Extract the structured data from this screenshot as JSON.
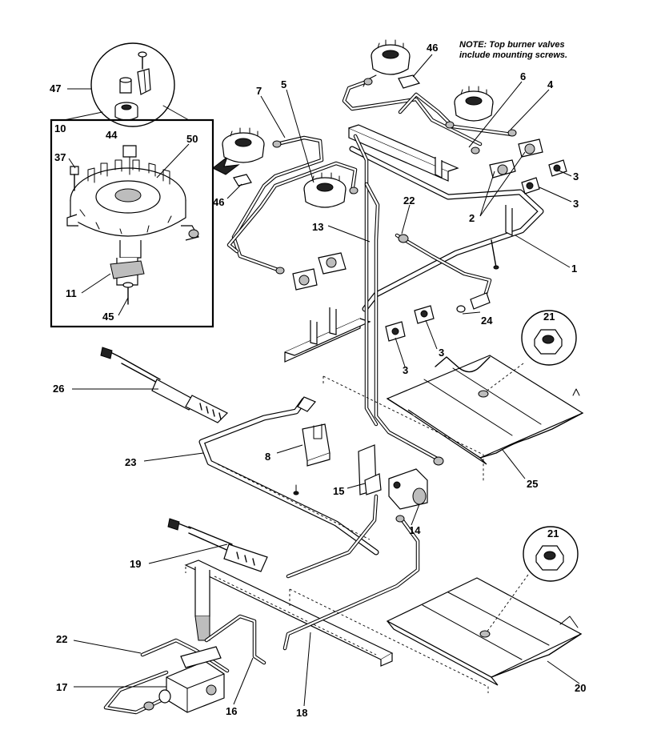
{
  "note": {
    "line1": "NOTE: Top burner valves",
    "line2": "include mounting screws."
  },
  "callouts": [
    {
      "id": "47",
      "text": "47"
    },
    {
      "id": "46a",
      "text": "46"
    },
    {
      "id": "7",
      "text": "7"
    },
    {
      "id": "5",
      "text": "5"
    },
    {
      "id": "6",
      "text": "6"
    },
    {
      "id": "4",
      "text": "4"
    },
    {
      "id": "10",
      "text": "10"
    },
    {
      "id": "44",
      "text": "44"
    },
    {
      "id": "50",
      "text": "50"
    },
    {
      "id": "37",
      "text": "37"
    },
    {
      "id": "46b",
      "text": "46"
    },
    {
      "id": "3a",
      "text": "3"
    },
    {
      "id": "3b",
      "text": "3"
    },
    {
      "id": "22a",
      "text": "22"
    },
    {
      "id": "13",
      "text": "13"
    },
    {
      "id": "2",
      "text": "2"
    },
    {
      "id": "1",
      "text": "1"
    },
    {
      "id": "11",
      "text": "11"
    },
    {
      "id": "45",
      "text": "45"
    },
    {
      "id": "24",
      "text": "24"
    },
    {
      "id": "21a",
      "text": "21"
    },
    {
      "id": "3c",
      "text": "3"
    },
    {
      "id": "3d",
      "text": "3"
    },
    {
      "id": "26",
      "text": "26"
    },
    {
      "id": "8",
      "text": "8"
    },
    {
      "id": "23",
      "text": "23"
    },
    {
      "id": "15",
      "text": "15"
    },
    {
      "id": "25",
      "text": "25"
    },
    {
      "id": "14",
      "text": "14"
    },
    {
      "id": "21b",
      "text": "21"
    },
    {
      "id": "19",
      "text": "19"
    },
    {
      "id": "22b",
      "text": "22"
    },
    {
      "id": "20",
      "text": "20"
    },
    {
      "id": "17",
      "text": "17"
    },
    {
      "id": "16",
      "text": "16"
    },
    {
      "id": "18",
      "text": "18"
    }
  ]
}
